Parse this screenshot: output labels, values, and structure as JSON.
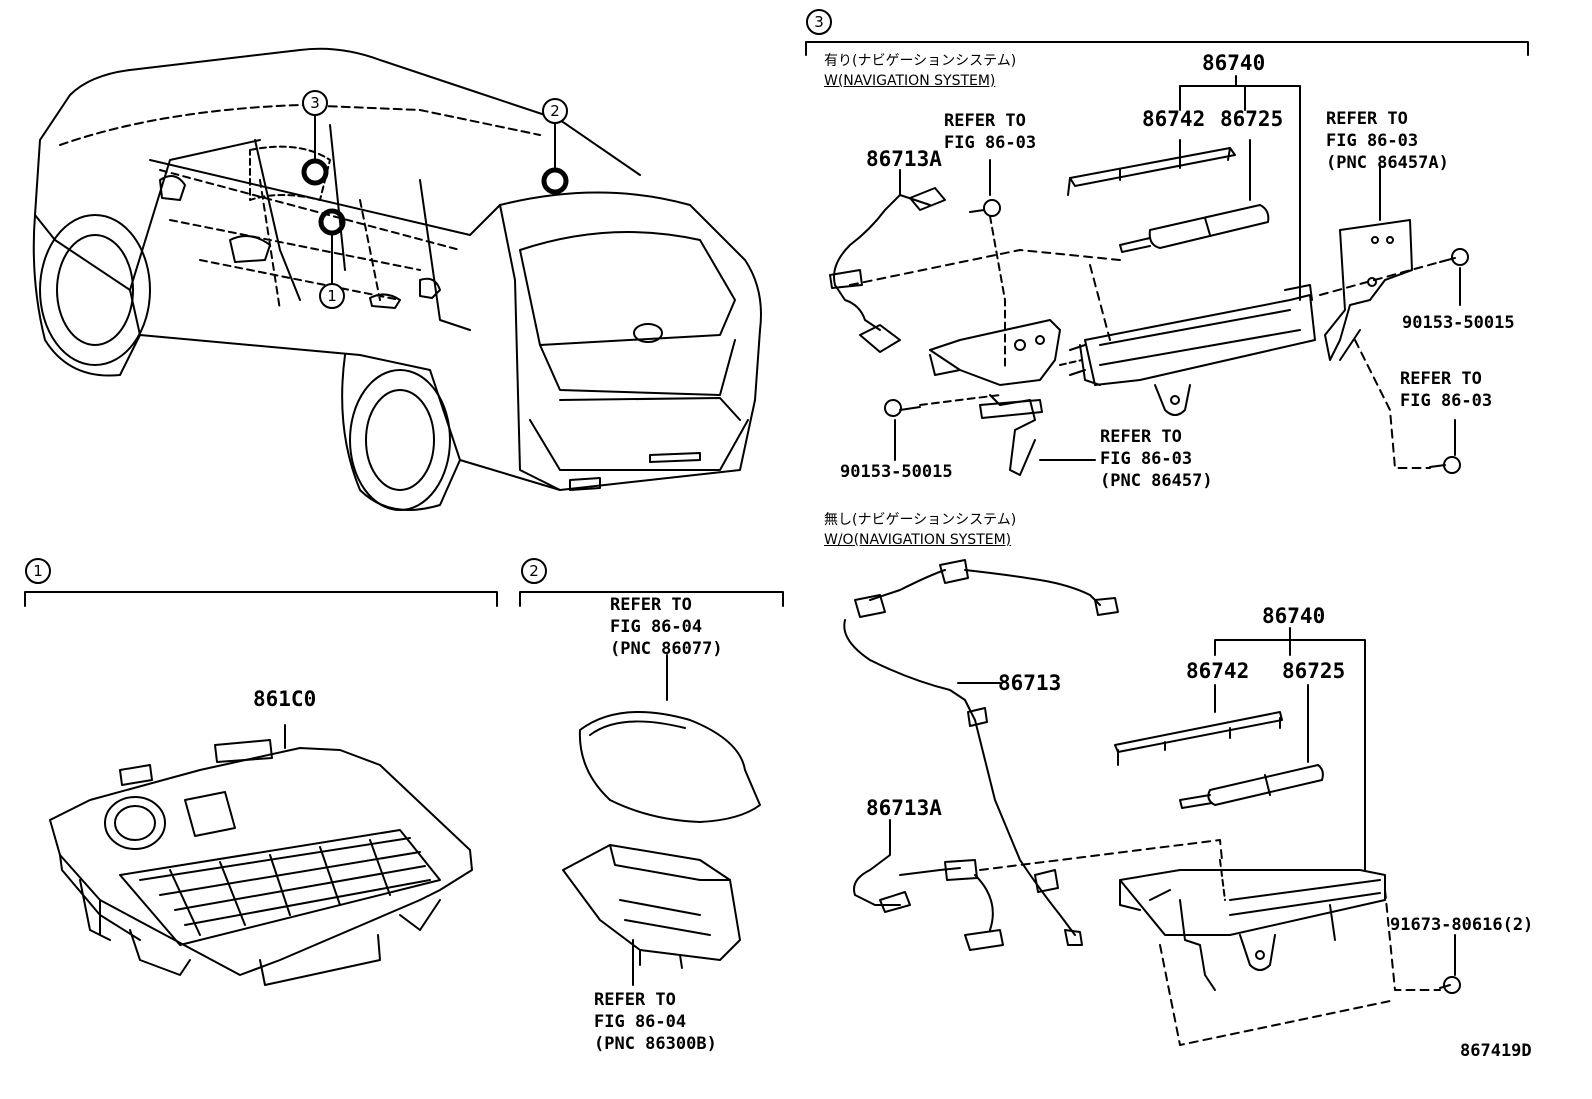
{
  "callouts": {
    "c1": "1",
    "c2": "2",
    "c3": "3"
  },
  "section3": {
    "with_nav": {
      "jp_title": "有り(ナビゲーションシステム)",
      "en_title": "W(NAVIGATION SYSTEM)",
      "assembly": "86740",
      "part_86742": "86742",
      "part_86725": "86725",
      "part_86713A": "86713A",
      "bolt_left": "90153-50015",
      "bolt_right": "90153-50015",
      "ref_top": [
        "REFER TO",
        "FIG 86-03"
      ],
      "ref_bracket": [
        "REFER TO",
        "FIG 86-03",
        "(PNC 86457A)"
      ],
      "ref_right_low": [
        "REFER TO",
        "FIG 86-03"
      ],
      "ref_bottom": [
        "REFER TO",
        "FIG 86-03",
        "(PNC 86457)"
      ]
    },
    "without_nav": {
      "jp_title": "無し(ナビゲーションシステム)",
      "en_title": "W/O(NAVIGATION SYSTEM)",
      "assembly": "86740",
      "part_86742": "86742",
      "part_86725": "86725",
      "part_86713": "86713",
      "part_86713A": "86713A",
      "screw": "91673-80616(2)"
    }
  },
  "section1": {
    "part": "861C0"
  },
  "section2": {
    "ref_top": [
      "REFER TO",
      "FIG 86-04",
      "(PNC 86077)"
    ],
    "ref_bottom": [
      "REFER TO",
      "FIG 86-04",
      "(PNC 86300B)"
    ]
  },
  "figure_id": "867419D"
}
